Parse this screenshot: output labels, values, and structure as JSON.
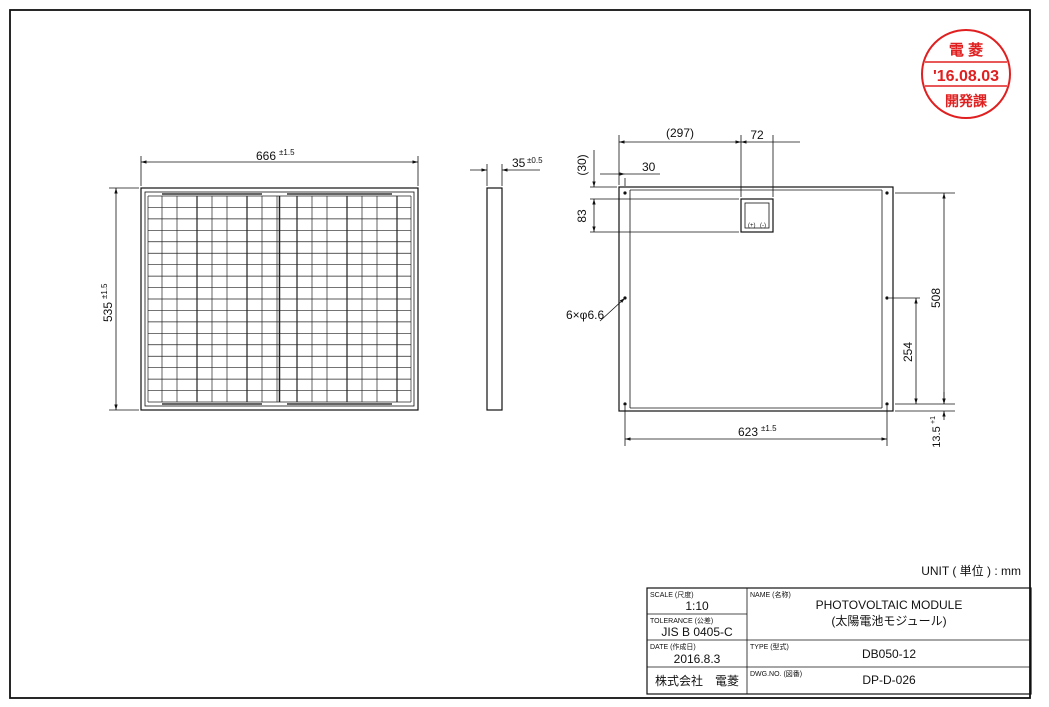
{
  "stamp": {
    "line1": "電 菱",
    "line2": "'16.08.03",
    "line3": "開発課",
    "color": "#e02020"
  },
  "front_view": {
    "width_value": "666",
    "width_tol": "±1.5",
    "height_value": "535",
    "height_tol": "±1.5"
  },
  "side_view": {
    "thickness_value": "35",
    "thickness_tol": "±0.5"
  },
  "back_view": {
    "offset_297": "(297)",
    "box_width_72": "72",
    "offset_30_vert": "(30)",
    "hole_inset_30": "30",
    "box_height_83": "83",
    "holes_label": "6×φ6.6",
    "height_508": "508",
    "mid_254": "254",
    "bottom_value": "13.5",
    "bottom_tol": "+1",
    "width_value": "623",
    "width_tol": "±1.5",
    "junction_plus": "(+)",
    "junction_minus": "(-)"
  },
  "unit_label": "UNIT ( 単位 ) : mm",
  "title_block": {
    "scale_label": "SCALE (尺度)",
    "scale_value": "1:10",
    "tolerance_label": "TOLERANCE (公差)",
    "tolerance_value": "JIS B 0405-C",
    "date_label": "DATE (作成日)",
    "date_value": "2016.8.3",
    "company": "株式会社　電菱",
    "name_label": "NAME (名称)",
    "name_value_en": "PHOTOVOLTAIC MODULE",
    "name_value_jp": "(太陽電池モジュール)",
    "type_label": "TYPE (型式)",
    "type_value": "DB050-12",
    "dwg_label": "DWG.NO. (図番)",
    "dwg_value": "DP-D-026"
  }
}
